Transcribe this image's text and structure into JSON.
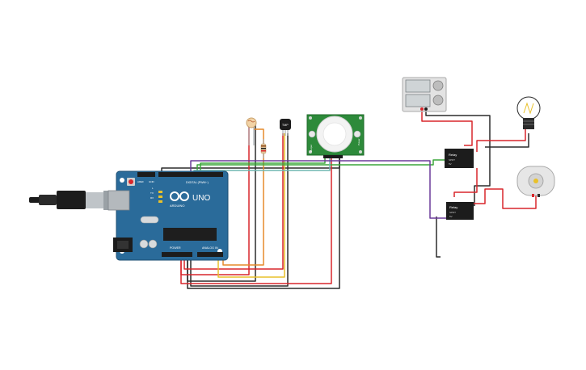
{
  "arduino": {
    "brand": "ARDUINO",
    "model": "UNO",
    "digital_label": "DIGITAL (PWM~)",
    "power_label": "POWER",
    "analog_label": "ANALOG IN",
    "pin_tx": "TX",
    "pin_rx": "RX",
    "pin_l": "L",
    "pin_aref": "AREF",
    "pin_gnd": "GND"
  },
  "pir": {
    "side_left": "Output",
    "side_right": "Power"
  },
  "temp_sensor": {
    "label": "TMP"
  },
  "relay_top": {
    "title": "Relay",
    "lines": [
      "SPDT",
      "5V"
    ]
  },
  "relay_bottom": {
    "title": "Relay",
    "lines": [
      "SPDT",
      "5V"
    ]
  },
  "colors": {
    "board": "#2a6b9a",
    "wire_red": "#d9262b",
    "wire_black": "#2b2b2b",
    "wire_yellow": "#e9c12a",
    "wire_green": "#3aa63a",
    "wire_purple": "#6c3b9a",
    "wire_orange": "#e58a2a",
    "wire_teal": "#6fb7b0"
  }
}
